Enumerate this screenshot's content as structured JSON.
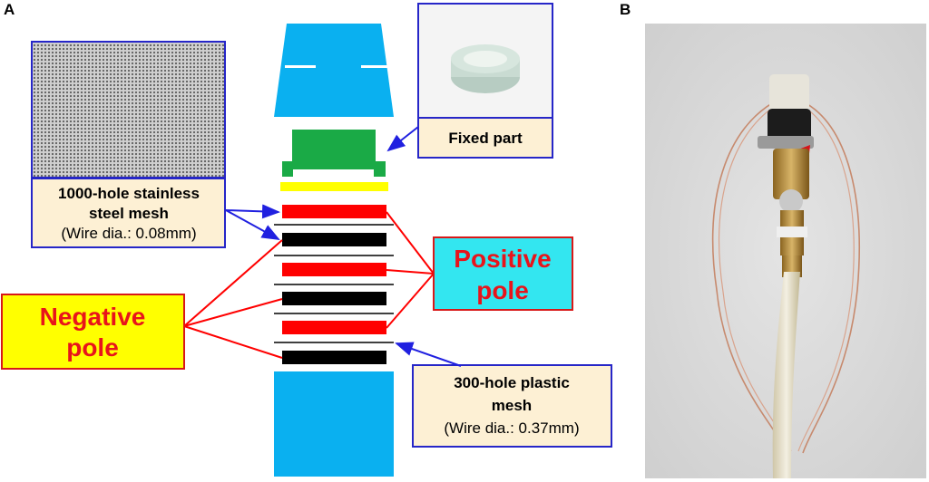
{
  "panels": {
    "a_label": "A",
    "b_label": "B"
  },
  "callouts": {
    "fixed_part": "Fixed part",
    "steel_mesh": {
      "line1": "1000-hole stainless",
      "line2": "steel mesh",
      "line3": "(Wire dia.: 0.08mm)"
    },
    "plastic_mesh": {
      "line1": "300-hole plastic",
      "line2": "mesh",
      "line3": "(Wire dia.: 0.37mm)"
    },
    "positive_pole": {
      "line1": "Positive",
      "line2": "pole"
    },
    "negative_pole": {
      "line1": "Negative",
      "line2": "pole"
    }
  },
  "colors": {
    "housing": "#0ab0f0",
    "fixed_part": "#1aaa46",
    "spacer": "#ffff00",
    "positive_electrode": "#ff0000",
    "negative_electrode": "#000000",
    "callout_fill": "#fdf0d4",
    "callout_border": "#2626c8",
    "positive_box": "#33e6f0",
    "negative_box": "#ffff00",
    "pole_line": "#ff0000",
    "arrow": "#2020e0"
  },
  "photo_b": {
    "icon": "sensor-photo"
  }
}
